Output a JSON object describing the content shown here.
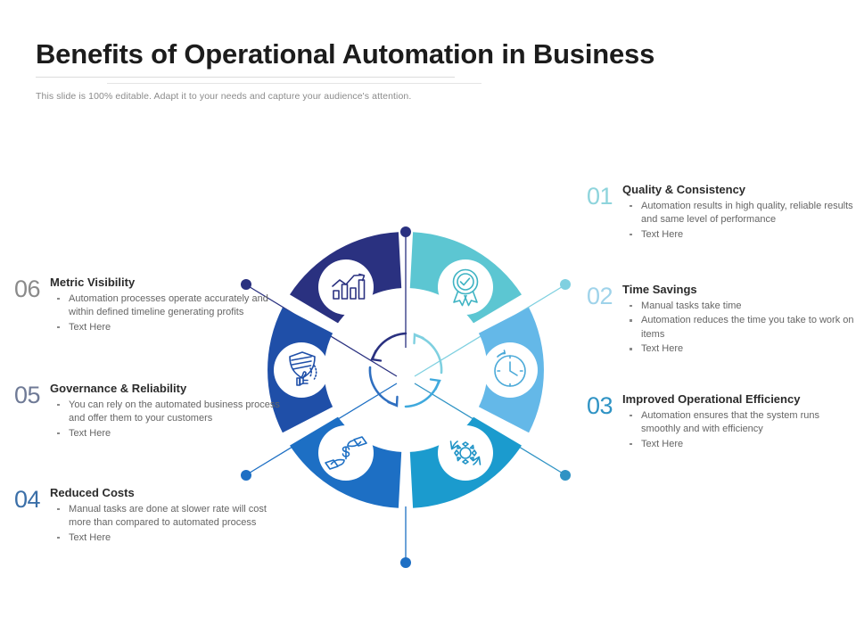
{
  "header": {
    "title": "Benefits of Operational Automation in Business",
    "subtitle": "This slide is 100% editable. Adapt it to your needs and capture your audience's attention."
  },
  "blocks": [
    {
      "id": "01",
      "number": "01",
      "number_color": "#8ed4dc",
      "heading": "Quality & Consistency",
      "bullets": [
        "Automation results in high quality, reliable results and same level of performance",
        "Text Here"
      ]
    },
    {
      "id": "02",
      "number": "02",
      "number_color": "#9fd3ea",
      "heading": "Time Savings",
      "bullets": [
        "Manual tasks take time",
        "Automation reduces the time you take to work on items",
        "Text Here"
      ]
    },
    {
      "id": "03",
      "number": "03",
      "number_color": "#2f93c4",
      "heading": "Improved Operational Efficiency",
      "bullets": [
        "Automation ensures that the system runs smoothly and with efficiency",
        "Text Here"
      ]
    },
    {
      "id": "04",
      "number": "04",
      "number_color": "#3b6fa8",
      "heading": "Reduced Costs",
      "bullets": [
        "Manual tasks are done at slower rate will cost more than compared to automated process",
        "Text Here"
      ]
    },
    {
      "id": "05",
      "number": "05",
      "number_color": "#6f7a96",
      "heading": "Governance & Reliability",
      "bullets": [
        "You can rely on the automated business process and offer them to your customers",
        "Text Here"
      ]
    },
    {
      "id": "06",
      "number": "06",
      "number_color": "#8a8a8a",
      "heading": "Metric Visibility",
      "bullets": [
        "Automation processes operate accurately and within defined timeline generating profits",
        "Text Here"
      ]
    }
  ],
  "wheel": {
    "segments": [
      {
        "position": "top-right",
        "color": "#5cc6d2",
        "icon": "award-badge-icon",
        "linked_block": "01"
      },
      {
        "position": "right",
        "color": "#64b8e8",
        "icon": "clock-icon",
        "linked_block": "02"
      },
      {
        "position": "bottom-right",
        "color": "#1b9bce",
        "icon": "gear-refresh-icon",
        "linked_block": "03"
      },
      {
        "position": "bottom-left",
        "color": "#1d6fc4",
        "icon": "money-hands-icon",
        "linked_block": "04"
      },
      {
        "position": "left",
        "color": "#1f4fa8",
        "icon": "shield-thumb-icon",
        "linked_block": "05"
      },
      {
        "position": "top-left",
        "color": "#2a3180",
        "icon": "bar-chart-icon",
        "linked_block": "06"
      }
    ],
    "hub": {
      "arrow_colors": [
        "#2a3180",
        "#2f6fc0",
        "#3fa9dd",
        "#7fd0e0"
      ]
    },
    "connectors": [
      {
        "from": "top-left",
        "dot_color": "#2a3180"
      },
      {
        "from": "left",
        "dot_color": "#2a3180"
      },
      {
        "from": "bottom-left",
        "dot_color": "#1d6fc4"
      },
      {
        "from": "bottom-right",
        "dot_color": "#1b9bce"
      },
      {
        "from": "right",
        "dot_color": "#2f93c4"
      },
      {
        "from": "top-right",
        "dot_color": "#7fd0e0"
      }
    ]
  }
}
